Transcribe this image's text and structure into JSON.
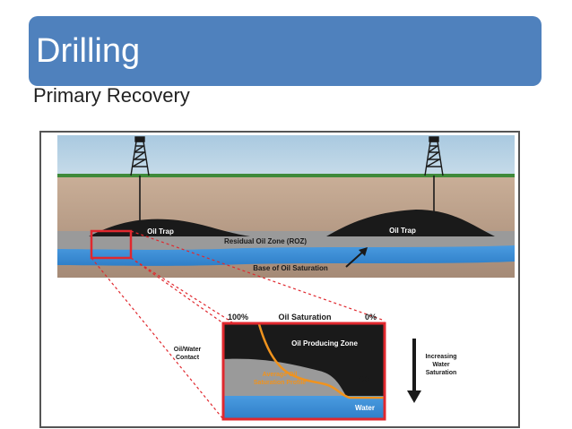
{
  "slide": {
    "title": "Drilling",
    "subtitle": "Primary Recovery"
  },
  "diagram": {
    "top_labels": {
      "oil_trap_left": "Oil Trap",
      "oil_trap_right": "Oil Trap",
      "roz": "Residual Oil Zone (ROZ)",
      "base": "Base of Oil Saturation"
    },
    "inset": {
      "pct_100": "100%",
      "saturation": "Oil Saturation",
      "pct_0": "0%",
      "contact_line1": "Oil/Water",
      "contact_line2": "Contact",
      "producing": "Oil Producing Zone",
      "profile_line1": "Average Oil",
      "profile_line2": "Saturation Profile",
      "roz": "ROZ",
      "water": "Water",
      "increasing_line1": "Increasing",
      "increasing_line2": "Water",
      "increasing_line3": "Saturation"
    },
    "colors": {
      "sky": "#b3d0e4",
      "grass": "#3f8a3a",
      "rock_top": "#c9ae97",
      "rock_bottom": "#a58a76",
      "oil": "#1a1a1a",
      "roz_gray": "#9a9a9a",
      "water": "#3a8ed9",
      "highlight_red": "#e0282e",
      "profile_orange": "#f0931e"
    }
  }
}
